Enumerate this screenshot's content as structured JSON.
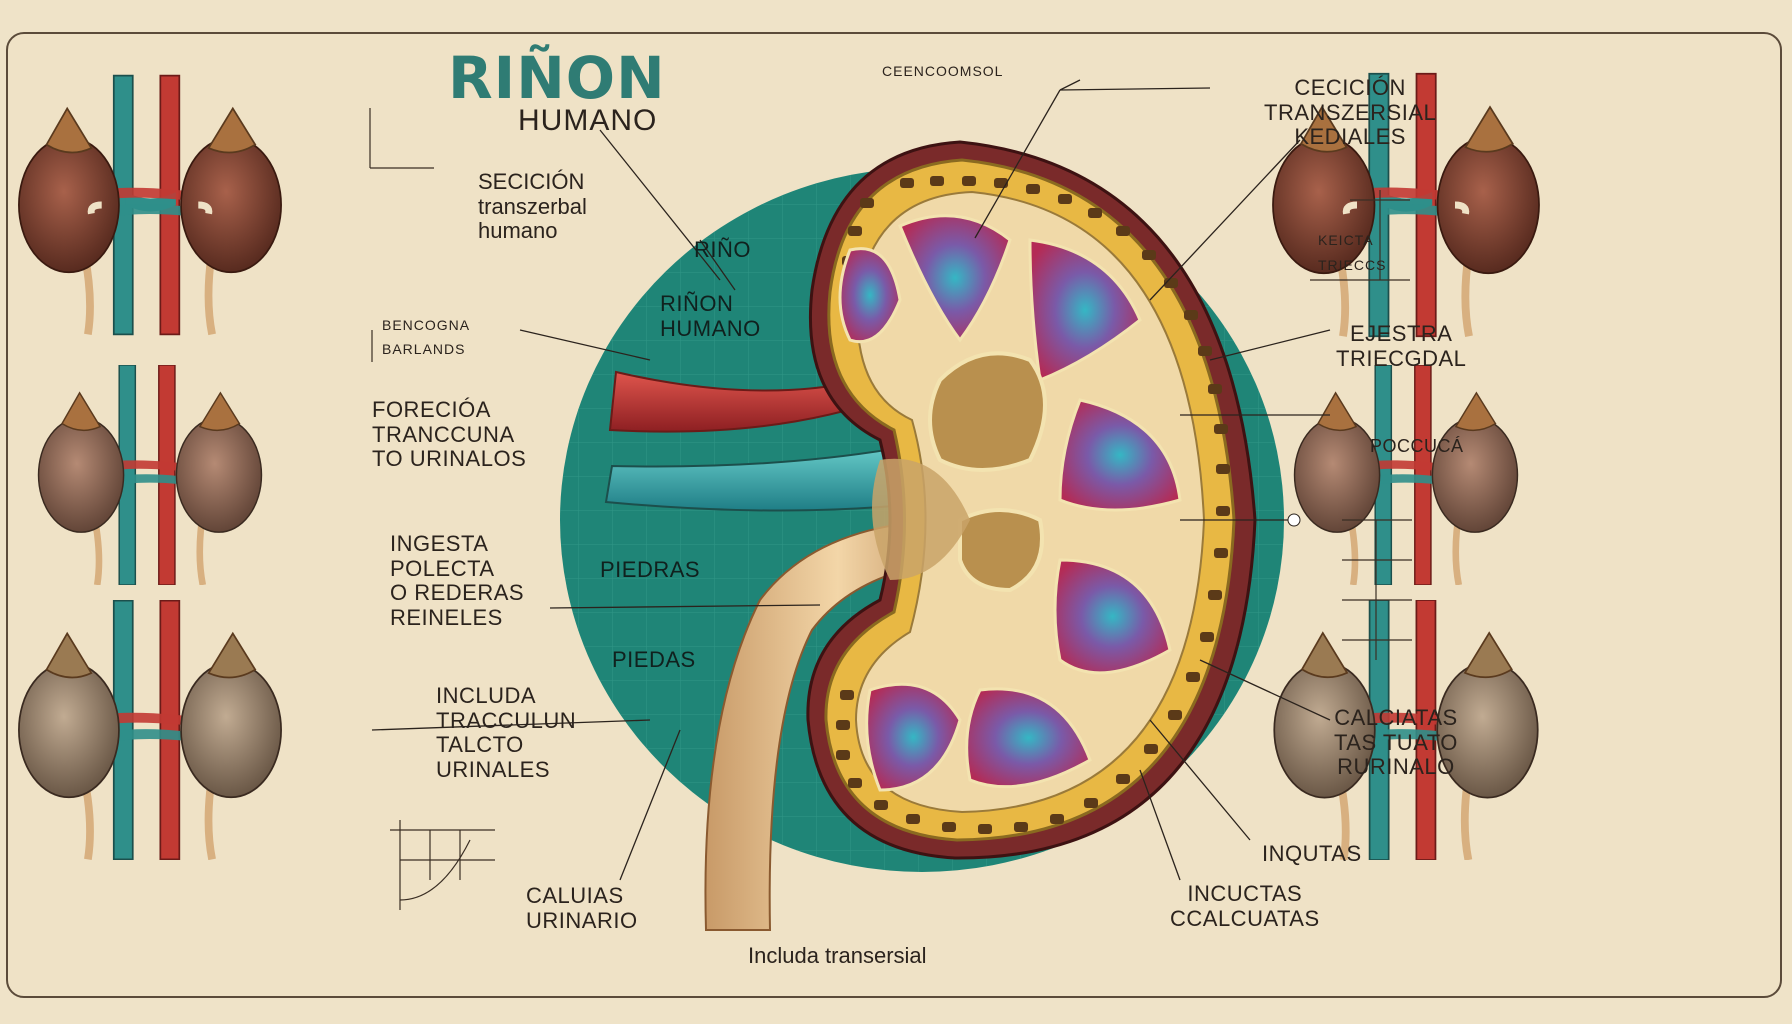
{
  "title": {
    "main": "RIÑON",
    "sub": "HUMANO"
  },
  "labels": {
    "top_center": "CEENCOOMSOL",
    "tl_section": [
      "SECICIÓN",
      "transzerbal",
      "humano"
    ],
    "sketch_a": [
      "BENCOGNA",
      "BARLANDS"
    ],
    "forecion": [
      "FORECIÓA",
      "TRANCCUNA",
      "TO URINALOS"
    ],
    "ingesta": [
      "INGESTA",
      "POLECTA",
      "O REDERAS",
      "REINELES"
    ],
    "inclu": [
      "INCLUDA",
      "TRACCULUN",
      "TALCTO",
      "URINALES"
    ],
    "calujas": [
      "CALUIAS",
      "URINARIO"
    ],
    "bottom_center": "Includa transersial",
    "center_rino": "RIÑO",
    "center_rinon": [
      "RIÑON",
      "HUMANO"
    ],
    "piedras": "PIEDRAS",
    "piedas": "PIEDAS",
    "tr_section": [
      "CECICIÓN",
      "TRANSZERSIAL",
      "KEDIALES"
    ],
    "tr_sketch": [
      "KEICTA",
      "TRIECCS"
    ],
    "ejestra": [
      "EJESTRA",
      "TRIECGDAL"
    ],
    "poccuca": "POCCUCÁ",
    "calciatas": [
      "CALCIATAS",
      "TAS TUATO",
      "RURINALO"
    ],
    "inqutas": "INQUTAS",
    "incuctas": [
      "INCUCTAS",
      "CCALCUATAS"
    ]
  },
  "colors": {
    "background": "#efe2c6",
    "teal_disc": "#1f8577",
    "artery_red": "#c8322e",
    "vein_teal": "#2f8f8a",
    "kidney_brown": "#7a3b2a",
    "adrenal": "#a9713f",
    "title": "#2f7c74"
  },
  "icons": [
    "kidney-pair-icon",
    "kidney-cross-section",
    "chart-sketch-icon"
  ]
}
